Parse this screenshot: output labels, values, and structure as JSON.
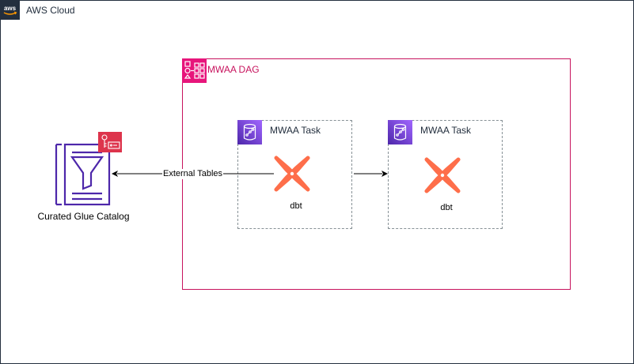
{
  "cloud": {
    "label": "AWS Cloud",
    "icon": "aws-logo-icon",
    "border_color": "#232f3e"
  },
  "dag": {
    "label": "MWAA DAG",
    "icon": "mwaa-dag-icon",
    "color": "#c7135d",
    "icon_color": "#e7157b"
  },
  "tasks": [
    {
      "label": "MWAA Task",
      "icon": "mwaa-task-icon",
      "tool_label": "dbt"
    },
    {
      "label": "MWAA Task",
      "icon": "mwaa-task-icon",
      "tool_label": "dbt"
    }
  ],
  "catalog": {
    "label": "Curated Glue Catalog",
    "icon": "glue-catalog-icon",
    "badge_icon": "data-catalog-badge-icon",
    "color": "#4d27aa"
  },
  "edges": [
    {
      "from": "task-1",
      "to": "catalog",
      "label": "External Tables"
    },
    {
      "from": "task-1",
      "to": "task-2",
      "label": ""
    }
  ],
  "colors": {
    "dbt": "#fe6e4a",
    "task_icon": "#6b3ccf",
    "task_border": "#879196"
  }
}
